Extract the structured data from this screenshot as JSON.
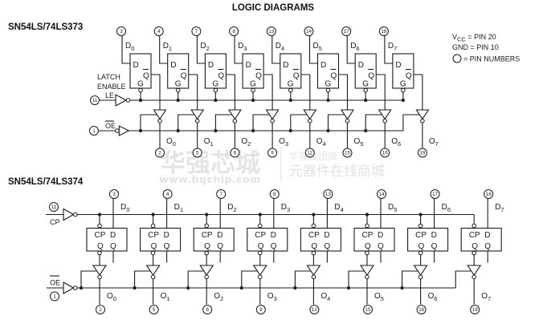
{
  "title": "LOGIC DIAGRAMS",
  "legend": {
    "vcc_main": "V",
    "vcc_sub": "CC",
    "vcc_value": " = PIN 20",
    "gnd": "GND = PIN 10",
    "pin_numbers": "= PIN NUMBERS",
    "pin_icon": "circle-icon"
  },
  "watermark": {
    "brand": "华强芯城",
    "url": "www.hqchip.com",
    "tagline_1": "华强集团旗下",
    "tagline_2": "元器件在线商城"
  },
  "ls373": {
    "part": "SN54LS/74LS373",
    "latch_label_1": "LATCH",
    "latch_label_2": "ENABLE",
    "le_label": "LE",
    "le_pin": "11",
    "oe_label": "OE",
    "oe_pin": "1",
    "cell": {
      "d": "D",
      "qbar": "Q",
      "g": "G"
    },
    "channels": [
      {
        "d": "D",
        "d_sub": "0",
        "d_pin": "3",
        "o": "O",
        "o_sub": "0",
        "o_pin": "2"
      },
      {
        "d": "D",
        "d_sub": "1",
        "d_pin": "4",
        "o": "O",
        "o_sub": "1",
        "o_pin": "5"
      },
      {
        "d": "D",
        "d_sub": "2",
        "d_pin": "7",
        "o": "O",
        "o_sub": "2",
        "o_pin": "6"
      },
      {
        "d": "D",
        "d_sub": "3",
        "d_pin": "8",
        "o": "O",
        "o_sub": "3",
        "o_pin": "9"
      },
      {
        "d": "D",
        "d_sub": "4",
        "d_pin": "13",
        "o": "O",
        "o_sub": "4",
        "o_pin": "12"
      },
      {
        "d": "D",
        "d_sub": "5",
        "d_pin": "14",
        "o": "O",
        "o_sub": "5",
        "o_pin": "15"
      },
      {
        "d": "D",
        "d_sub": "6",
        "d_pin": "17",
        "o": "O",
        "o_sub": "6",
        "o_pin": "16"
      },
      {
        "d": "D",
        "d_sub": "7",
        "d_pin": "18",
        "o": "O",
        "o_sub": "7",
        "o_pin": "19"
      }
    ]
  },
  "ls374": {
    "part": "SN54LS/74LS374",
    "cp_label": "CP",
    "cp_pin": "11",
    "oe_label": "OE",
    "oe_pin": "1",
    "cell": {
      "cp": "CP",
      "d": "D",
      "q_left": "Q",
      "q_right": "Q"
    },
    "channels": [
      {
        "d": "D",
        "d_sub": "0",
        "d_pin": "3",
        "o": "O",
        "o_sub": "0",
        "o_pin": "2"
      },
      {
        "d": "D",
        "d_sub": "1",
        "d_pin": "4",
        "o": "O",
        "o_sub": "1",
        "o_pin": "5"
      },
      {
        "d": "D",
        "d_sub": "2",
        "d_pin": "7",
        "o": "O",
        "o_sub": "2",
        "o_pin": "6"
      },
      {
        "d": "D",
        "d_sub": "3",
        "d_pin": "8",
        "o": "O",
        "o_sub": "3",
        "o_pin": "9"
      },
      {
        "d": "D",
        "d_sub": "4",
        "d_pin": "13",
        "o": "O",
        "o_sub": "4",
        "o_pin": "12"
      },
      {
        "d": "D",
        "d_sub": "5",
        "d_pin": "14",
        "o": "O",
        "o_sub": "5",
        "o_pin": "15"
      },
      {
        "d": "D",
        "d_sub": "6",
        "d_pin": "17",
        "o": "O",
        "o_sub": "6",
        "o_pin": "16"
      },
      {
        "d": "D",
        "d_sub": "7",
        "d_pin": "18",
        "o": "O",
        "o_sub": "7",
        "o_pin": "19"
      }
    ]
  }
}
